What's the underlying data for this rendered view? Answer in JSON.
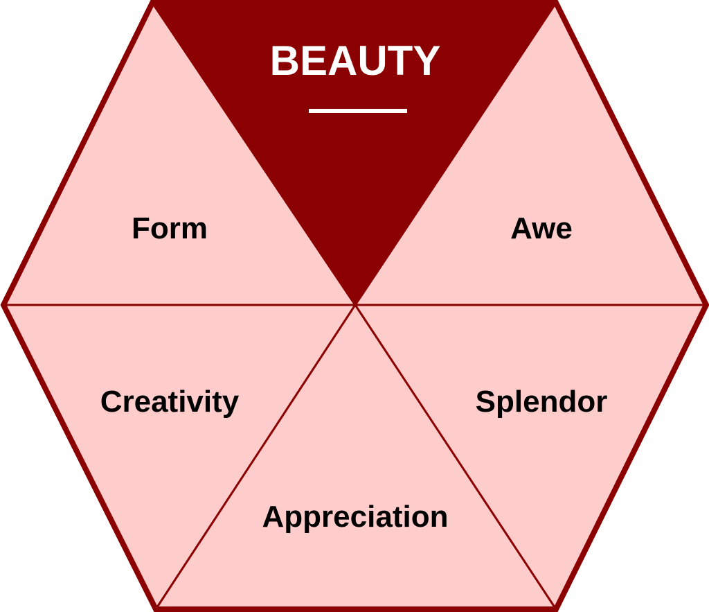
{
  "title": "BEAUTY",
  "segments": {
    "form": "Form",
    "awe": "Awe",
    "creativity": "Creativity",
    "splendor": "Splendor",
    "appreciation": "Appreciation"
  },
  "colors": {
    "dark": "#8b0000",
    "light": "#ffcccc",
    "title_text": "#ffffff",
    "label_text": "#000000"
  }
}
